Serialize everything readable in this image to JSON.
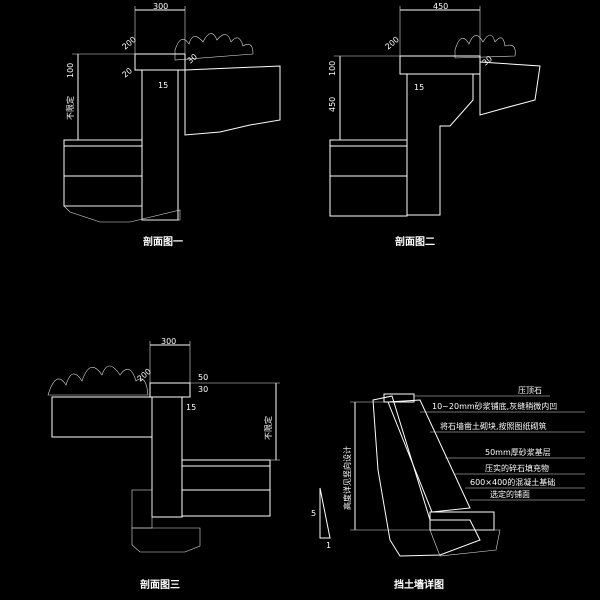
{
  "section1": {
    "title": "剖面图一",
    "dim_width": "300",
    "dim_top": "100",
    "dim_a": "200",
    "dim_b": "30",
    "dim_c": "20",
    "dim_d": "15",
    "label_side": "不限定"
  },
  "section2": {
    "title": "剖面图二",
    "dim_width": "450",
    "dim_top": "100",
    "dim_a": "200",
    "dim_b": "30",
    "dim_c": "15",
    "dim_height": "450"
  },
  "section3": {
    "title": "剖面图三",
    "dim_width": "300",
    "dim_a": "200",
    "dim_b": "50",
    "dim_c": "30",
    "dim_d": "15",
    "label_side": "不限定"
  },
  "section4": {
    "title": "挡土墙详图",
    "label_side": "高度详见竖向设计",
    "slope_a": "1",
    "slope_b": "5",
    "notes": [
      "压顶石",
      "10~20mm砂浆铺底,灰缝稍微内凹",
      "将石墙凿土砌块,按照图纸砌筑",
      "50mm厚砂浆基层",
      "压实的碎石填充物",
      "600×400的混凝土基础",
      "选定的铺面"
    ]
  }
}
